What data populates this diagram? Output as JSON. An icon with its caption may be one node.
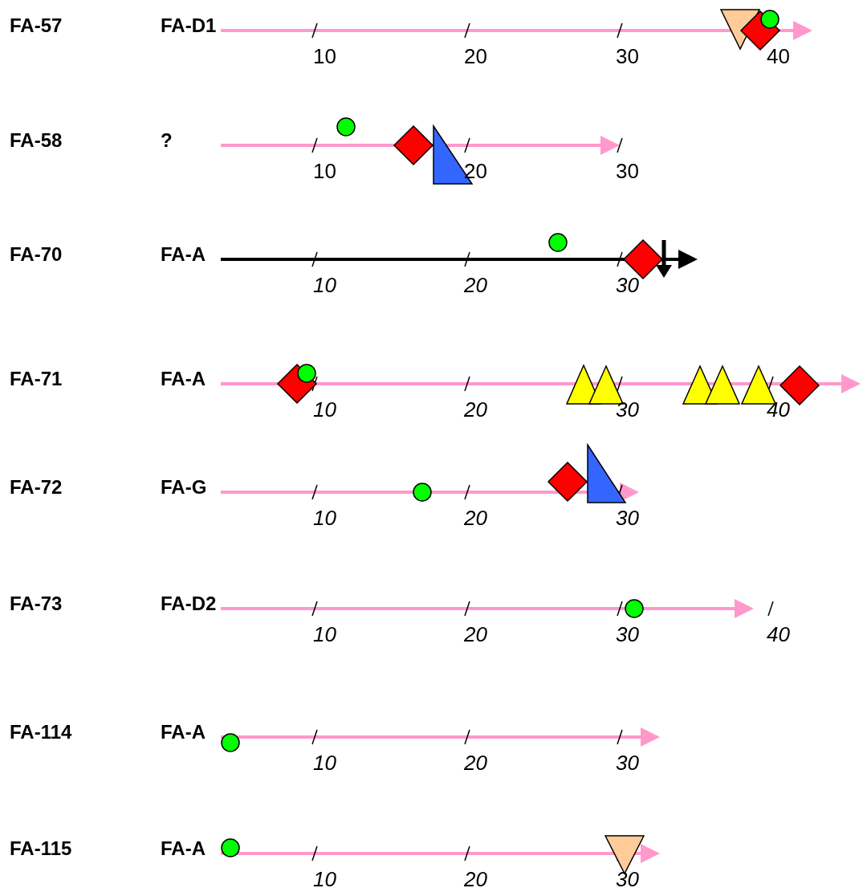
{
  "diagram": {
    "labels": [
      "FA-57",
      "FA-D1",
      "10",
      "20",
      "30",
      "40",
      "FA-58",
      "?",
      "10",
      "20",
      "30",
      "FA-70",
      "FA-A",
      "10",
      "20",
      "30",
      "FA-71",
      "FA-A",
      "10",
      "20",
      "30",
      "40",
      "FA-72",
      "FA-G",
      "10",
      "20",
      "30",
      "FA-73",
      "FA-D2",
      "10",
      "20",
      "30",
      "40",
      "FA-114",
      "FA-A",
      "10",
      "20",
      "30",
      "FA-115",
      "FA-A",
      "10",
      "20",
      "30"
    ]
  }
}
